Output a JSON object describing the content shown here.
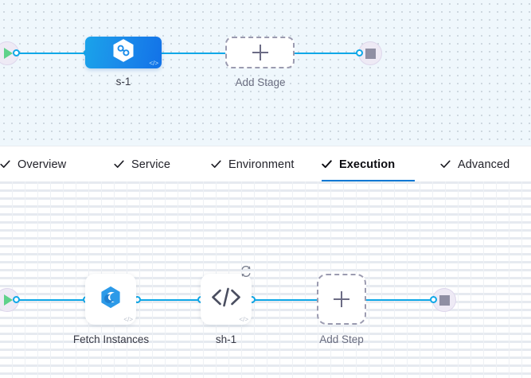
{
  "theme": {
    "accent_blue": "#0278d4",
    "edge_blue": "#0fa8e8",
    "stage_gradient_from": "#1aa3ea",
    "stage_gradient_to": "#1272e8",
    "canvas_top_bg": "#eff7fc",
    "canvas_bottom_bg": "#ffffff",
    "start_green": "#5fd28a",
    "stop_gray": "#8f8fa3",
    "terminal_bg": "#eeeaf5",
    "dashed_border": "#9b9bb0"
  },
  "stage_canvas": {
    "name": "pipeline-stages-canvas",
    "start_node": {
      "icon": "play-icon",
      "label": ""
    },
    "end_node": {
      "icon": "stop-icon",
      "label": ""
    },
    "nodes": [
      {
        "id": "stage-s-1",
        "label": "s-1",
        "type": "stage",
        "icon": "deployment-hexagon-icon",
        "badge_icon": "code-icon",
        "badge_label": "</>"
      }
    ],
    "add_placeholder": {
      "label": "Add Stage",
      "icon": "plus-icon"
    }
  },
  "tabs": {
    "name": "stage-config-tabs",
    "items": [
      {
        "label": "Overview",
        "icon": "check-icon",
        "active": false
      },
      {
        "label": "Service",
        "icon": "check-icon",
        "active": false
      },
      {
        "label": "Environment",
        "icon": "check-icon",
        "active": false
      },
      {
        "label": "Execution",
        "icon": "check-icon",
        "active": true
      },
      {
        "label": "Advanced",
        "icon": "check-icon",
        "active": false
      }
    ]
  },
  "step_canvas": {
    "name": "execution-steps-canvas",
    "start_node": {
      "icon": "play-icon",
      "label": ""
    },
    "end_node": {
      "icon": "stop-icon",
      "label": ""
    },
    "nodes": [
      {
        "id": "step-fetch-instances",
        "label": "Fetch Instances",
        "type": "step",
        "icon": "fetch-instances-hexagon-icon",
        "badge_label": "</>",
        "has_loop": false
      },
      {
        "id": "step-sh-1",
        "label": "sh-1",
        "type": "step",
        "icon": "code-icon",
        "icon_glyph": "</>",
        "badge_label": "</>",
        "has_loop": true,
        "loop_icon": "loop-retry-icon"
      }
    ],
    "add_placeholder": {
      "label": "Add Step",
      "icon": "plus-icon"
    }
  }
}
